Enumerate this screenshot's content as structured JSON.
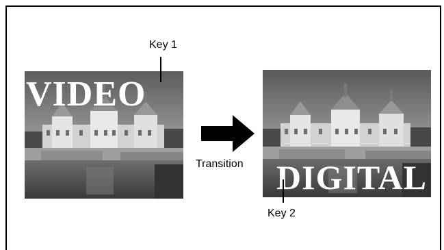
{
  "diagram": {
    "left_image": {
      "overlay_text": "VIDEO",
      "key_label": "Key 1"
    },
    "right_image": {
      "overlay_text": "DIGITAL",
      "key_label": "Key 2"
    },
    "transition_label": "Transition"
  }
}
